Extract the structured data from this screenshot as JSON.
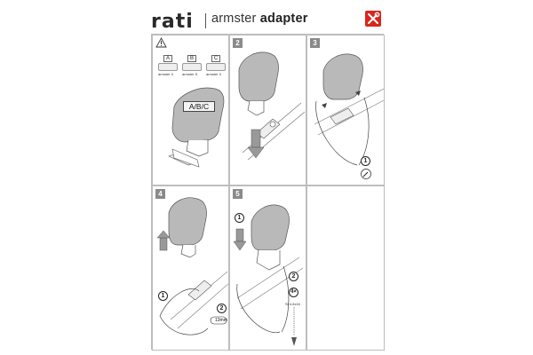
{
  "header": {
    "logo_text": "rati",
    "title_light": "armster",
    "title_bold": "adapter",
    "icon": "tools-icon",
    "icon_color": "#d9261c"
  },
  "colors": {
    "part_gray": "#b9b9b9",
    "stroke": "#555555",
    "step_badge": "#8a8a8a"
  },
  "panels": {
    "p1": {
      "icon": "warning-icon",
      "variants": [
        {
          "box": "A",
          "label": "armster II"
        },
        {
          "box": "B",
          "label": "armster S"
        },
        {
          "box": "C",
          "label": "armster 3"
        }
      ],
      "callout": "A/B/C"
    },
    "p2": {
      "step": "2"
    },
    "p3": {
      "step": "3",
      "circle": "1"
    },
    "p4": {
      "step": "4",
      "circle1": "1",
      "circle2": "2",
      "tool_size": "13mm"
    },
    "p5": {
      "step": "5",
      "circle1": "1",
      "circle2": "2",
      "circle3": "4×",
      "screw_spec": "St 4.8x16"
    }
  }
}
